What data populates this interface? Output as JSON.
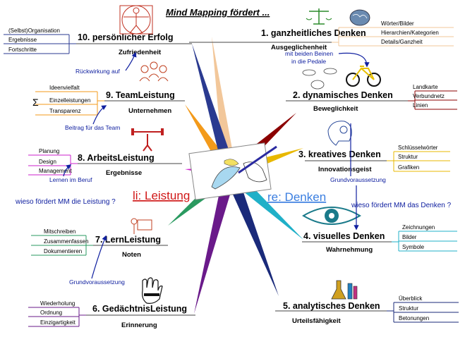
{
  "title": "Mind Mapping fördert ...",
  "branches": [
    {
      "id": "b1",
      "label": "1.  ganzheitliches Denken",
      "sub": "Ausgeglichenheit",
      "color": "#f2c79a",
      "items": [
        "Wörter/Bilder",
        "Hierarchien/Kategorien",
        "Details/Ganzheit"
      ]
    },
    {
      "id": "b2",
      "label": "2.  dynamisches Denken",
      "sub": "Beweglichkeit",
      "color": "#8b0000",
      "items": [
        "Landkarte",
        "Verbundnetz",
        "Linien"
      ]
    },
    {
      "id": "b3",
      "label": "3.  kreatives Denken",
      "sub": "Innovationsgeist",
      "color": "#e8b800",
      "items": [
        "Schlüsselwörter",
        "Struktur",
        "Grafiken"
      ]
    },
    {
      "id": "b4",
      "label": "4.  visuelles Denken",
      "sub": "Wahrnehmung",
      "color": "#20b0c8",
      "items": [
        "Zeichnungen",
        "Bilder",
        "Symbole"
      ]
    },
    {
      "id": "b5",
      "label": "5.  analytisches Denken",
      "sub": "Urteilsfähigkeit",
      "color": "#1a2a7a",
      "items": [
        "Überblick",
        "Struktur",
        "Betonungen"
      ]
    },
    {
      "id": "b6",
      "label": "6.  GedächtnisLeistung",
      "sub": "Erinnerung",
      "color": "#6a1a8a",
      "items": [
        "Wiederholung",
        "Ordnung",
        "Einzigartigkeit"
      ]
    },
    {
      "id": "b7",
      "label": "7.  LernLeistung",
      "sub": "Noten",
      "color": "#2a9a60",
      "items": [
        "Mitschreiben",
        "Zusammenfassen",
        "Dokumentieren"
      ]
    },
    {
      "id": "b8",
      "label": "8.  ArbeitsLeistung",
      "sub": "Ergebnisse",
      "color": "#cc22cc",
      "items": [
        "Planung",
        "Design",
        "Management"
      ]
    },
    {
      "id": "b9",
      "label": "9.  TeamLeistung",
      "sub": "Unternehmen",
      "color": "#f39a1a",
      "items": [
        "Ideenvielfalt",
        "Einzelleistungen",
        "Transparenz"
      ]
    },
    {
      "id": "b10",
      "label": "10.  persönlicher Erfolg",
      "sub": "Zufriedenheit",
      "color": "#2a3a90",
      "items": [
        "(Selbst)Organisation",
        "Ergebnisse",
        "Fortschritte"
      ]
    }
  ],
  "notes": {
    "pedale": [
      "mit beiden Beinen",
      "in die Pedale"
    ],
    "rueckwirkung": "Rückwirkung auf",
    "beitrag": "Beitrag für das Team",
    "lernen": "Lernen im Beruf",
    "grund_left": "Grundvoraussetzung",
    "grund_right": "Grundvoraussetzung",
    "q_left": "wieso fördert MM die Leistung ?",
    "q_right": "wieso fördert MM das Denken ?",
    "li": "li: Leistung",
    "re": "re: Denken"
  },
  "icons": [
    "vitruvian-man-icon",
    "scales-icon",
    "brain-icon",
    "bicycle-icon",
    "cloud-brain-icon",
    "head-lightbulb-icon",
    "eye-icon",
    "lab-flask-icon",
    "hand-icon",
    "desk-figure-icon",
    "crowd-icon",
    "weightlifter-icon",
    "pen-hand-icon"
  ]
}
